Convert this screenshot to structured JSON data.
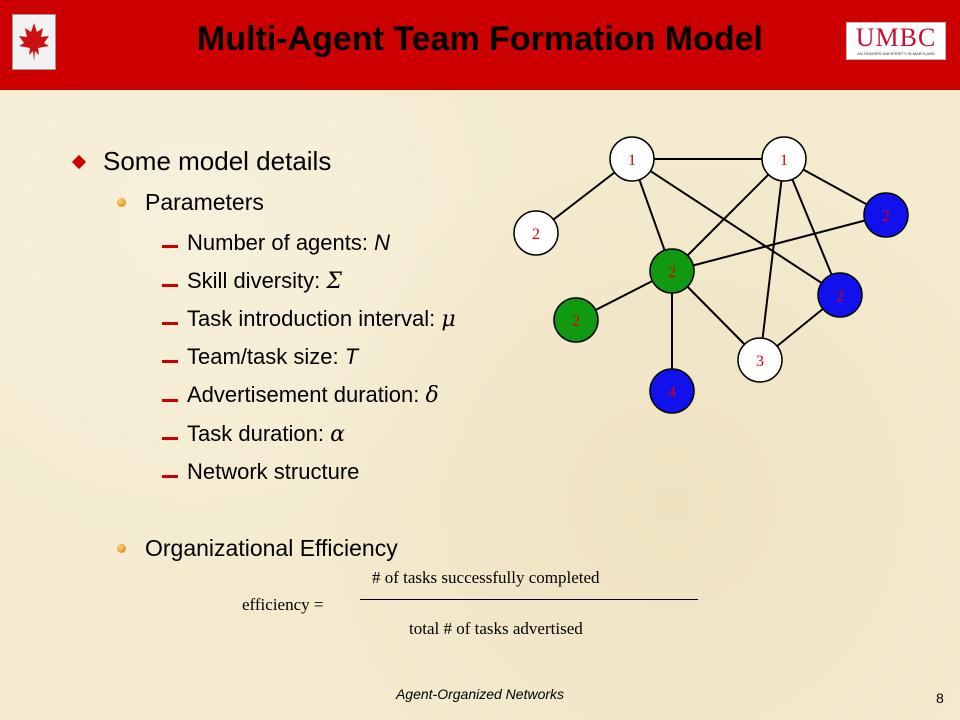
{
  "slide": {
    "title": "Multi-Agent Team Formation Model",
    "logo_text": "UMBC",
    "logo_subtext": "AN HONORS UNIVERSITY IN MARYLAND",
    "footer": "Agent-Organized Networks",
    "page_number": "8"
  },
  "bullets": {
    "main": "Some model details",
    "parameters_heading": "Parameters",
    "parameters": [
      {
        "text": "Number of agents: ",
        "symbol": "N"
      },
      {
        "text": "Skill diversity: ",
        "symbol": "Σ"
      },
      {
        "text": "Task introduction interval: ",
        "symbol": "μ"
      },
      {
        "text": "Team/task size: ",
        "symbol": "T"
      },
      {
        "text": "Advertisement duration: ",
        "symbol": "δ"
      },
      {
        "text": "Task duration: ",
        "symbol": "α"
      },
      {
        "text": "Network structure",
        "symbol": ""
      }
    ],
    "efficiency_heading": "Organizational Efficiency"
  },
  "formula": {
    "lhs": "efficiency =",
    "numerator": "# of tasks successfully completed",
    "denominator": "total # of tasks advertised"
  },
  "colors": {
    "header": "#cc0000",
    "background": "#f4ebcf",
    "node_white": "#ffffff",
    "node_green": "#119911",
    "node_blue": "#1111ee",
    "label_red": "#dd0000"
  },
  "network": {
    "nodes": [
      {
        "id": "a",
        "label": "1",
        "color": "white"
      },
      {
        "id": "b",
        "label": "1",
        "color": "white"
      },
      {
        "id": "c",
        "label": "2",
        "color": "white"
      },
      {
        "id": "d",
        "label": "2",
        "color": "blue"
      },
      {
        "id": "e",
        "label": "2",
        "color": "green"
      },
      {
        "id": "f",
        "label": "2",
        "color": "blue"
      },
      {
        "id": "g",
        "label": "2",
        "color": "green"
      },
      {
        "id": "h",
        "label": "3",
        "color": "white"
      },
      {
        "id": "i",
        "label": "4",
        "color": "blue"
      }
    ]
  }
}
